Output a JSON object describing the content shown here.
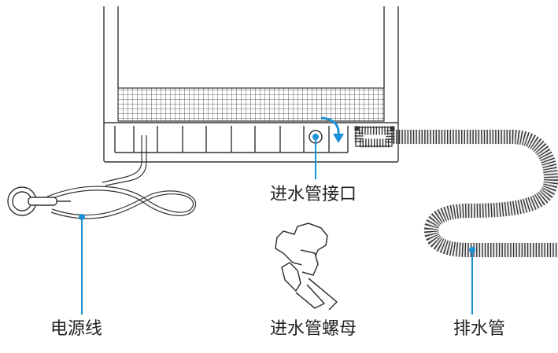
{
  "labels": {
    "power_cord": "电源线",
    "inlet_port": "进水管接口",
    "inlet_nut": "进水管螺母",
    "drain_hose": "排水管"
  },
  "colors": {
    "line": "#333333",
    "accent": "#1a90d6",
    "background": "#ffffff"
  }
}
